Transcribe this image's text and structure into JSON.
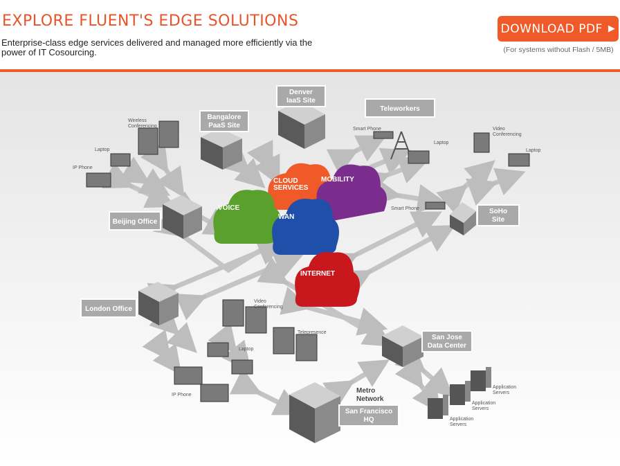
{
  "header": {
    "title": "EXPLORE FLUENT'S EDGE SOLUTIONS",
    "subtitle": "Enterprise-class edge services delivered and managed more efficiently via the power of IT Cosourcing.",
    "download_label": "DOWNLOAD PDF",
    "download_note": "(For systems without Flash / 5MB)"
  },
  "clouds": {
    "voice": "VOICE",
    "cloud_services_1": "CLOUD",
    "cloud_services_2": "SERVICES",
    "mobility": "MOBILITY",
    "wan": "WAN",
    "internet": "INTERNET"
  },
  "sites": {
    "denver_1": "Denver",
    "denver_2": "IaaS Site",
    "bangalore_1": "Bangalore",
    "bangalore_2": "PaaS Site",
    "teleworkers": "Teleworkers",
    "beijing": "Beijing Office",
    "london": "London Office",
    "soho_1": "SoHo",
    "soho_2": "Site",
    "sanjose_1": "San Jose",
    "sanjose_2": "Data Center",
    "sf_1": "San Francisco",
    "sf_2": "HQ",
    "metro_1": "Metro",
    "metro_2": "Network"
  },
  "devices": {
    "wireless_conf_1": "Wireless",
    "wireless_conf_2": "Conferencing",
    "laptop": "Laptop",
    "ip_phone": "IP Phone",
    "smart_phone": "Smart Phone",
    "video_conf_1": "Video",
    "video_conf_2": "Conferencing",
    "telepresence": "Telepresence",
    "app_servers_1": "Application",
    "app_servers_2": "Servers"
  },
  "colors": {
    "accent": "#f05a28",
    "voice": "#5aa02c",
    "cloud_services": "#f05a28",
    "mobility": "#7b2d8e",
    "wan": "#1f4fa8",
    "internet": "#c8181e",
    "label_box": "#a9a9a9"
  }
}
